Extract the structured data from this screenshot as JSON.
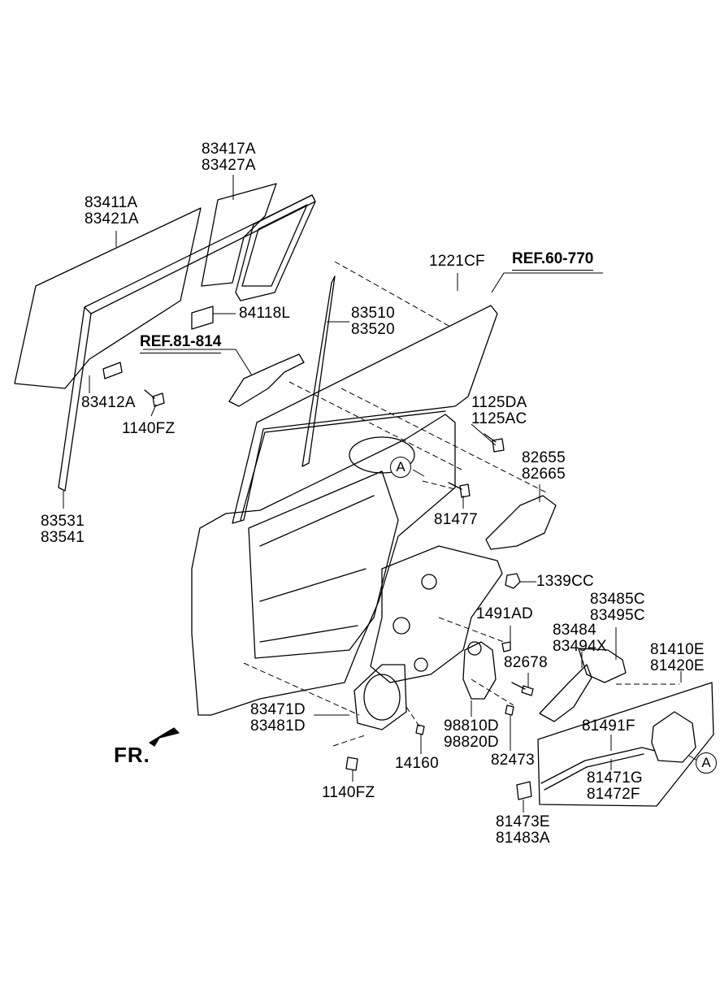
{
  "labels": {
    "l83417": [
      "83417A",
      "83427A"
    ],
    "l83411": [
      "83411A",
      "83421A"
    ],
    "l84118": [
      "84118L"
    ],
    "l1221": [
      "1221CF"
    ],
    "l83510": [
      "83510",
      "83520"
    ],
    "l83412": [
      "83412A"
    ],
    "l1140a": [
      "1140FZ"
    ],
    "l1125": [
      "1125DA",
      "1125AC"
    ],
    "l82655": [
      "82655",
      "82665"
    ],
    "l81477": [
      "81477"
    ],
    "l83531": [
      "83531",
      "83541"
    ],
    "l1339": [
      "1339CC"
    ],
    "l83485": [
      "83485C",
      "83495C"
    ],
    "l1491": [
      "1491AD"
    ],
    "l83484": [
      "83484",
      "83494X"
    ],
    "l81410": [
      "81410E",
      "81420E"
    ],
    "l82678": [
      "82678"
    ],
    "l83471": [
      "83471D",
      "83481D"
    ],
    "l98810": [
      "98810D",
      "98820D"
    ],
    "l81491": [
      "81491F"
    ],
    "l14160": [
      "14160"
    ],
    "l82473": [
      "82473"
    ],
    "l81471": [
      "81471G",
      "81472F"
    ],
    "l1140b": [
      "1140FZ"
    ],
    "l81473": [
      "81473E",
      "81483A"
    ]
  },
  "refs": {
    "ref6077": "REF.60-770",
    "ref81814": "REF.81-814"
  },
  "front_label": "FR.",
  "circle_markers": {
    "a1": "A",
    "a2": "A"
  }
}
